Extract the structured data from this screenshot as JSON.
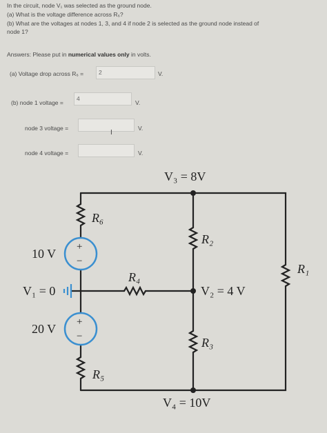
{
  "question": {
    "intro": "In the circuit, node V₁ was selected as the ground node.",
    "part_a": "(a) What is the voltage difference across R₆?",
    "part_b_line1": "(b) What are the voltages at nodes 1, 3, and 4 if node 2 is selected as the ground node instead of",
    "part_b_line2": "node 1?"
  },
  "answers_note": {
    "prefix": "Answers: Please put in ",
    "bold": "numerical values only",
    "suffix": " in volts."
  },
  "fields": {
    "a": {
      "label": "(a) Voltage drop across R₆ =",
      "value": "2",
      "unit": "V."
    },
    "b": {
      "label": "(b) node 1 voltage =",
      "value": "4",
      "unit": "V."
    },
    "n3": {
      "label": "node 3 voltage =",
      "value": "",
      "unit": "V."
    },
    "n4": {
      "label": "node 4 voltage =",
      "value": "",
      "unit": "V."
    }
  },
  "circuit": {
    "v3": "V₃ = 8V",
    "v2": "V₂ = 4 V",
    "v4": "V₄ = 10V",
    "v1": "V₁ = 0",
    "src_top": "10 V",
    "src_bottom": "20 V",
    "r1": "R₁",
    "r2": "R₂",
    "r3": "R₃",
    "r4": "R₄",
    "r5": "R₅",
    "r6": "R₆",
    "plus": "+",
    "minus": "−"
  }
}
